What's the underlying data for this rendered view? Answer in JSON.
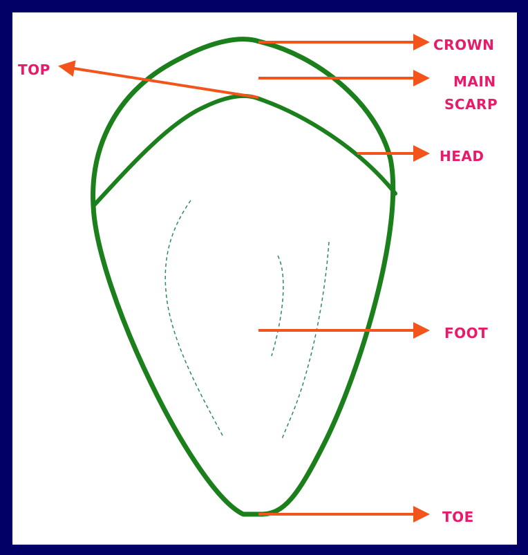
{
  "colors": {
    "frame": "#020066",
    "panel": "#ffffff",
    "outline": "#1b7f1b",
    "dashed": "#2e8b57",
    "arrow": "#f2541b",
    "label": "#ea1a6b"
  },
  "labels": {
    "top": "TOP",
    "crown": "CROWN",
    "main_scarp_line1": "MAIN",
    "main_scarp_line2": "SCARP",
    "head": "HEAD",
    "foot": "FOOT",
    "toe": "TOE"
  }
}
